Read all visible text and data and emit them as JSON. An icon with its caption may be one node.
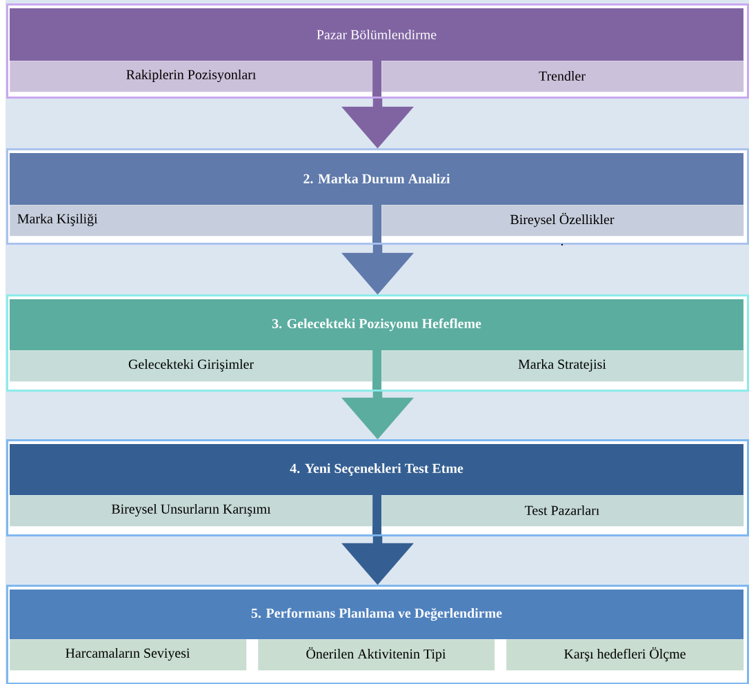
{
  "diagram": {
    "nodes": [
      {
        "text": [
          "Pazar Bölümlendirme"
        ]
      },
      {
        "text": [
          "Rakiplerin Pozisyonları"
        ],
        "in": 0
      },
      {
        "text": [
          "Trendler"
        ],
        "in": 0
      },
      {
        "text": [
          "2. Marka Durum Analizi"
        ]
      },
      {
        "text": [
          "Marka Kişiliği"
        ],
        "in": 3
      },
      {
        "text": [
          "Bireysel Özellikler"
        ],
        "in": 3,
        "beside": [
          "."
        ]
      },
      {
        "text": [
          "3. Gelecekteki Pozisyonu Hefefleme"
        ]
      },
      {
        "text": [
          "Gelecekteki Girişimler"
        ],
        "in": 6
      },
      {
        "text": [
          "Marka  Stratejisi"
        ],
        "in": 6
      },
      {
        "text": [
          "4. Yeni Seçenekleri Test Etme"
        ]
      },
      {
        "text": [
          "Bireysel Unsurların Karışımı"
        ],
        "in": 9
      },
      {
        "text": [
          "Test Pazarları"
        ],
        "in": 9
      },
      {
        "text": [
          "5. Performans Planlama ve Değerlendirme"
        ]
      },
      {
        "text": [
          "Harcamaların Seviyesi"
        ],
        "in": 12
      },
      {
        "text": [
          "Önerilen Aktivitenin Tipi"
        ],
        "in": 12
      },
      {
        "text": [
          "Karşı hedefleri Ölçme"
        ],
        "in": 12
      }
    ],
    "edges": [
      {
        "from": 0,
        "to": 3,
        "arrow": "to",
        "color": "#8064a2"
      },
      {
        "from": 3,
        "to": 6,
        "arrow": "to",
        "color": "#5f7aab"
      },
      {
        "from": 6,
        "to": 9,
        "arrow": "to",
        "color": "#5bad9f"
      },
      {
        "from": 9,
        "to": 12,
        "arrow": "to",
        "color": "#355f92"
      }
    ]
  }
}
